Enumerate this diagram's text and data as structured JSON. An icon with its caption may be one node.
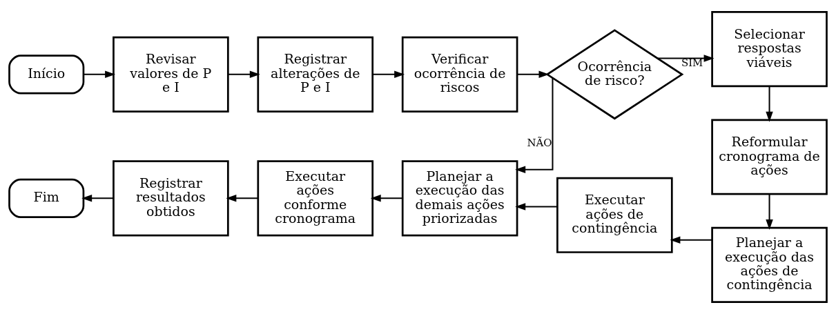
{
  "diagram": {
    "nodes": [
      {
        "text": [
          "Início"
        ]
      },
      {
        "text": [
          "Revisar valores de P e I"
        ]
      },
      {
        "text": [
          "Registrar alterações de P e I"
        ]
      },
      {
        "text": [
          "Verificar ocorrência de riscos"
        ]
      },
      {
        "text": [
          "Ocorrência de risco?"
        ]
      },
      {
        "text": [
          "Selecionar respostas viáveis"
        ]
      },
      {
        "text": [
          "Reformular cronograma de ações"
        ]
      },
      {
        "text": [
          "Planejar a execução das ações de contingência"
        ]
      },
      {
        "text": [
          "Executar ações de contingência"
        ]
      },
      {
        "text": [
          "Planejar a execução das demais ações priorizadas"
        ]
      },
      {
        "text": [
          "Executar ações conforme cronograma"
        ]
      },
      {
        "text": [
          "Registrar resultados obtidos"
        ]
      },
      {
        "text": [
          "Fim"
        ]
      }
    ],
    "edges": [
      {
        "from": 0,
        "to": 1,
        "arrow": "to"
      },
      {
        "from": 1,
        "to": 2,
        "arrow": "to"
      },
      {
        "from": 2,
        "to": 3,
        "arrow": "to"
      },
      {
        "from": 3,
        "to": 4,
        "arrow": "to"
      },
      {
        "from": 4,
        "to": 5,
        "arrow": "to",
        "label": "SIM"
      },
      {
        "from": 5,
        "to": 6,
        "arrow": "to"
      },
      {
        "from": 6,
        "to": 7,
        "arrow": "to"
      },
      {
        "from": 7,
        "to": 8,
        "arrow": "to"
      },
      {
        "from": 8,
        "to": 9,
        "arrow": "to"
      },
      {
        "from": 4,
        "to": 9,
        "arrow": "to",
        "label": "NÃO"
      },
      {
        "from": 9,
        "to": 10,
        "arrow": "to"
      },
      {
        "from": 10,
        "to": 11,
        "arrow": "to"
      },
      {
        "from": 11,
        "to": 12,
        "arrow": "to"
      }
    ]
  }
}
